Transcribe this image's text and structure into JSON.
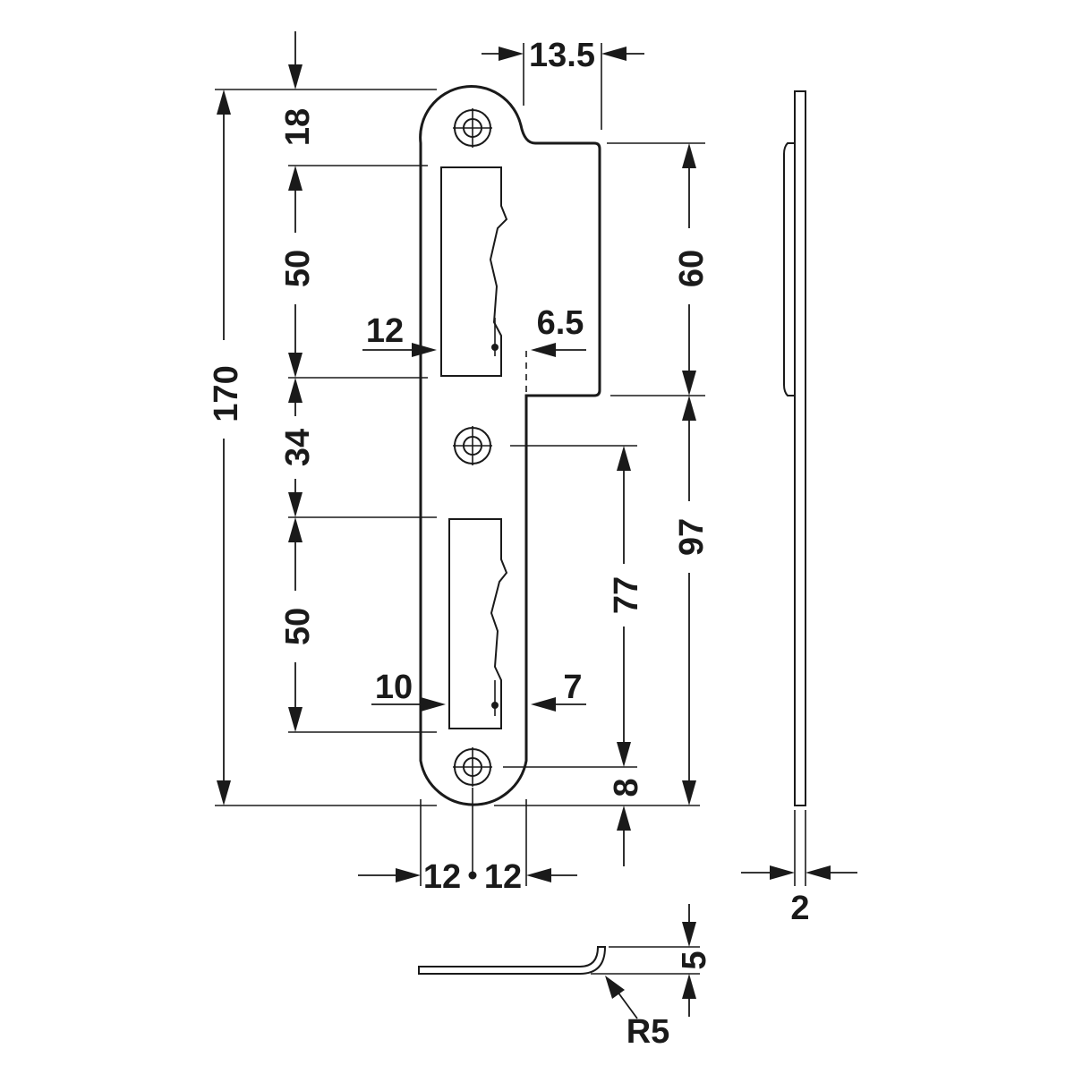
{
  "dimensions": {
    "top_width": "13.5",
    "top_offset": "18",
    "upper_slot_height": "50",
    "upper_slot_left": "12",
    "upper_slot_right": "6.5",
    "total_height": "170",
    "middle_spacing": "34",
    "lower_slot_height": "50",
    "lower_slot_left": "10",
    "lower_slot_right": "7",
    "lip_height": "60",
    "hole_spacing": "77",
    "lower_section": "97",
    "bottom_offset": "8",
    "half_width_left": "12",
    "half_width_right": "12",
    "thickness": "2",
    "bend_height": "5",
    "bend_radius": "R5"
  }
}
